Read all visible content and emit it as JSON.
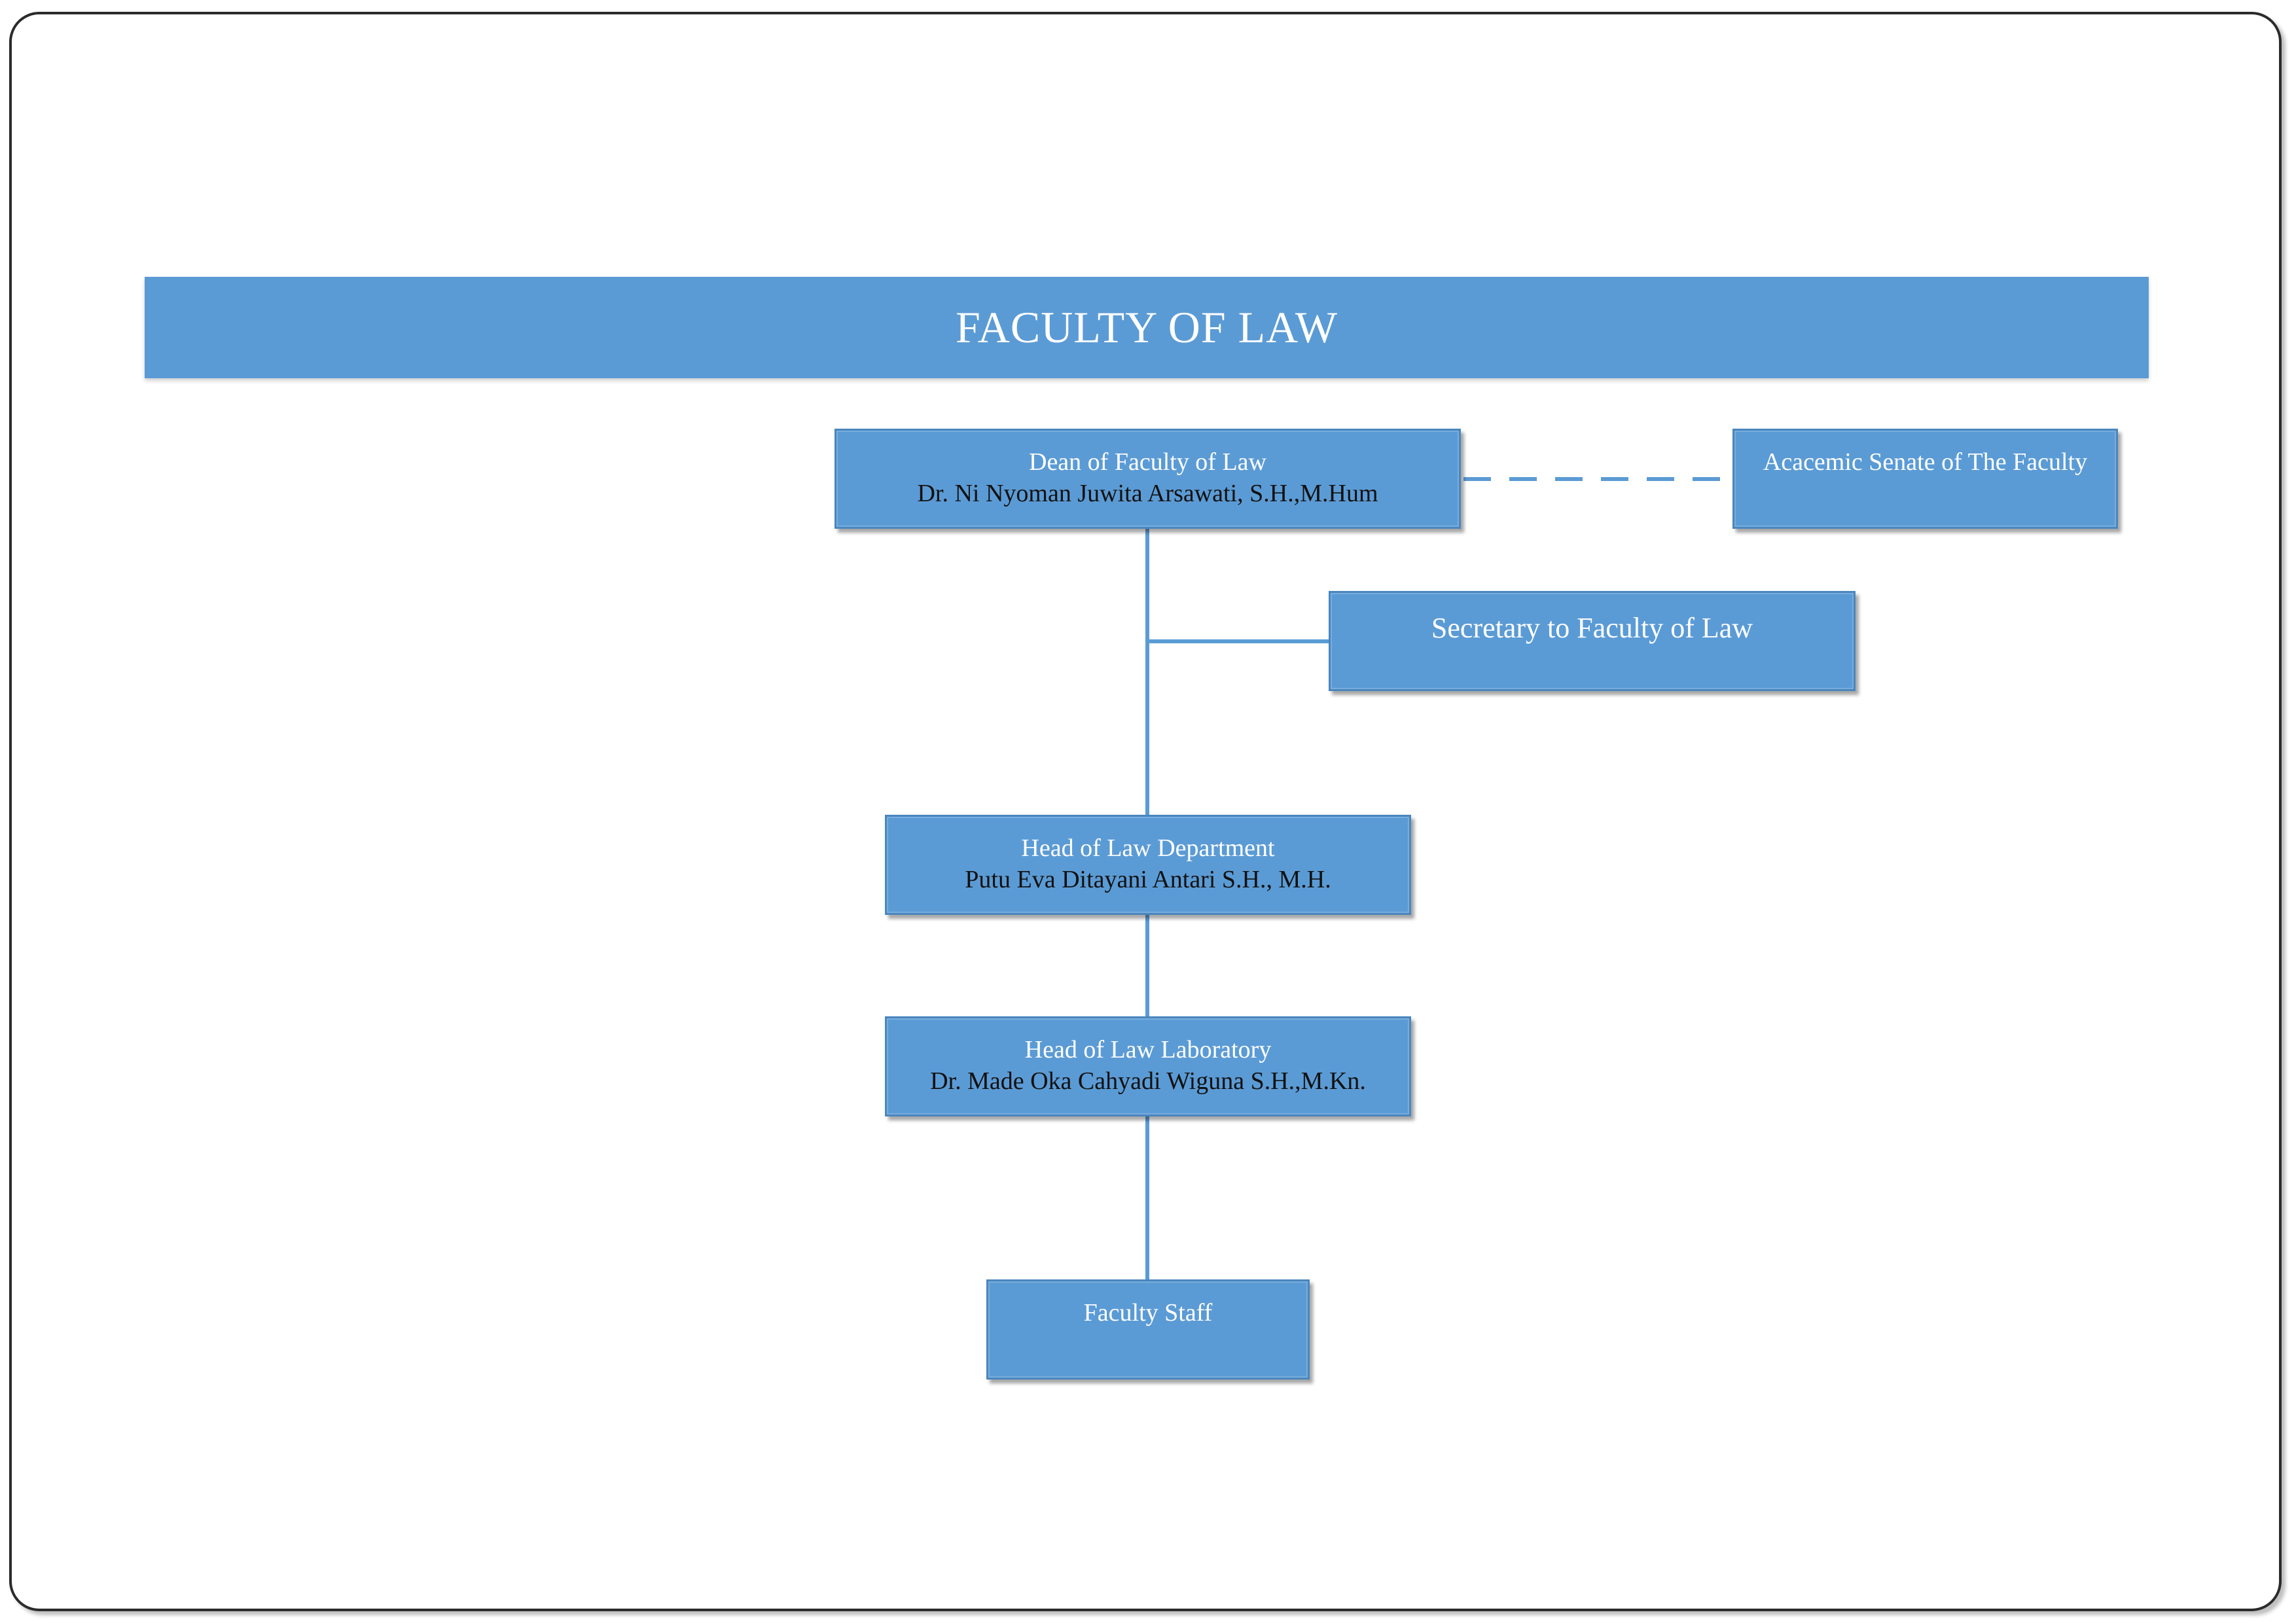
{
  "title": "FACULTY OF LAW",
  "nodes": {
    "dean": {
      "role": "Dean of Faculty of Law",
      "name": "Dr. Ni Nyoman Juwita Arsawati, S.H.,M.Hum"
    },
    "senate": {
      "role": "Acacemic Senate of The Faculty"
    },
    "secretary": {
      "role": "Secretary to Faculty of Law"
    },
    "head_department": {
      "role": "Head of Law Department",
      "name": "Putu Eva Ditayani Antari S.H., M.H."
    },
    "head_laboratory": {
      "role": "Head of Law Laboratory",
      "name": "Dr. Made Oka Cahyadi Wiguna S.H.,M.Kn."
    },
    "staff": {
      "role": "Faculty Staff"
    }
  },
  "colors": {
    "box_fill": "#5b9bd5",
    "box_border": "#4a86be",
    "connector": "#5b9bd5",
    "text_light": "#ffffff",
    "text_dark": "#111111"
  }
}
